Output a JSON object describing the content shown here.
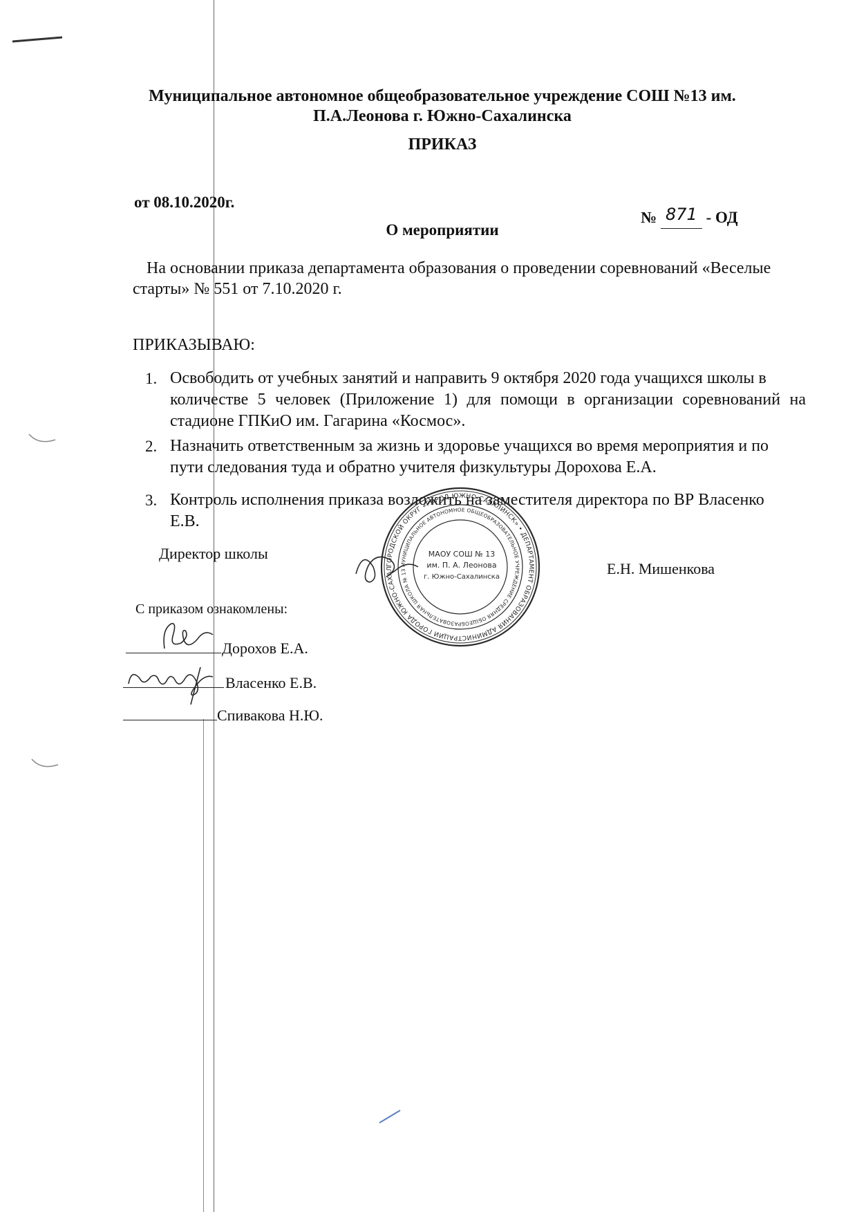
{
  "header": {
    "org_line1": "Муниципальное автономное общеобразовательное учреждение СОШ №13 им.",
    "org_line2": "П.А.Леонова  г. Южно-Сахалинска",
    "doc_type": "ПРИКАЗ"
  },
  "meta": {
    "date": "от 08.10.2020г.",
    "number_prefix": "№",
    "number_handwritten": "871",
    "number_suffix": "- ОД",
    "subject": "О мероприятии"
  },
  "body": {
    "basis_line1": "На основании приказа департамента образования о проведении соревнований «Веселые",
    "basis_line2": "старты» № 551 от 7.10.2020 г.",
    "order_word": "ПРИКАЗЫВАЮ:",
    "items": [
      {
        "num": "1.",
        "lines": [
          "Освободить от учебных занятий и направить 9 октября 2020 года   учащихся школы в",
          "количестве 5 человек (Приложение 1) для помощи в организации соревнований на",
          "стадионе ГПКиО им. Гагарина «Космос»."
        ]
      },
      {
        "num": "2.",
        "lines": [
          "Назначить ответственным за жизнь и здоровье учащихся во время мероприятия и по",
          "пути следования туда и обратно учителя физкультуры Дорохова Е.А."
        ]
      },
      {
        "num": "3.",
        "lines": [
          "Контроль исполнения приказа возложить на заместителя директора по ВР Власенко",
          "Е.В."
        ]
      }
    ]
  },
  "signature": {
    "director_title": "Директор школы",
    "director_name": "Е.Н. Мишенкова"
  },
  "stamp": {
    "outer_text": "ГОРОДСКОЙ ОКРУГ «ГОРОД ЮЖНО-САХАЛИНСК» • ДЕПАРТАМЕНТ ОБРАЗОВАНИЯ АДМИНИСТРАЦИИ ГОРОДА ЮЖНО-САХАЛИНСКА •",
    "inner_text": "МУНИЦИПАЛЬНОЕ АВТОНОМНОЕ ОБЩЕОБРАЗОВАТЕЛЬНОЕ УЧРЕЖДЕНИЕ СРЕДНЯЯ ОБЩЕОБРАЗОВАТЕЛЬНАЯ ШКОЛА № 13 ИМЕНИ П. А. ЛЕОНОВА",
    "center_line1": "МАОУ СОШ № 13",
    "center_line2": "им. П. А. Леонова",
    "center_line3": "г. Южно-Сахалинска",
    "color": "#2a2a2a"
  },
  "acknowledgement": {
    "heading": "С приказом ознакомлены:",
    "people": [
      "Дорохов Е.А.",
      "Власенко Е.В.",
      "Спивакова Н.Ю."
    ]
  },
  "colors": {
    "text": "#111111",
    "paper": "#ffffff"
  }
}
